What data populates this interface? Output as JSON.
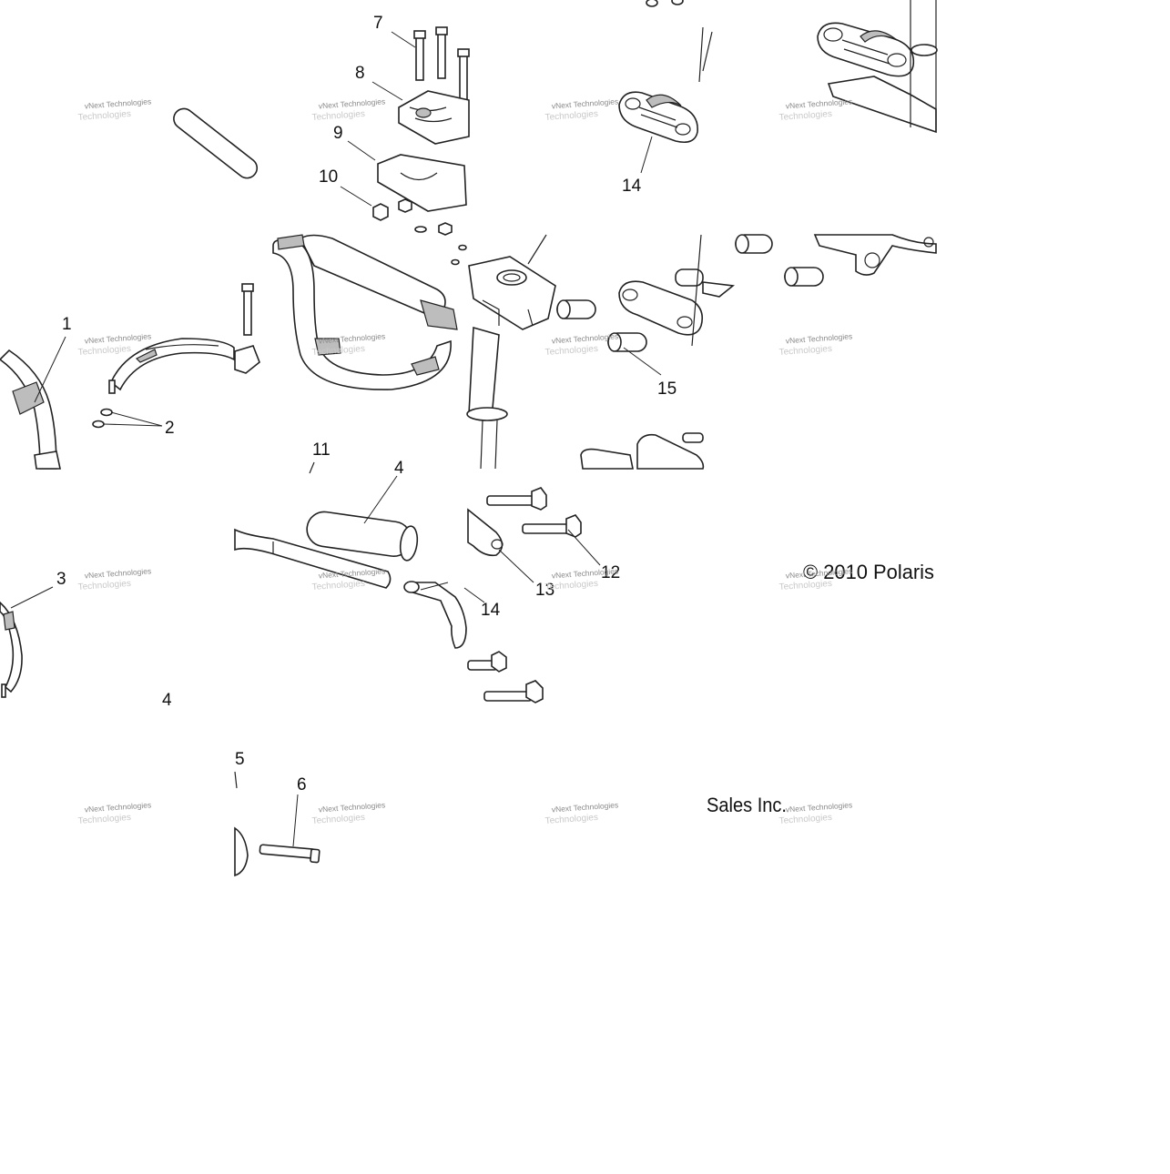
{
  "diagram": {
    "callouts": [
      "1",
      "2",
      "3",
      "4",
      "4",
      "5",
      "6",
      "7",
      "8",
      "9",
      "10",
      "11",
      "12",
      "13",
      "14",
      "14",
      "15"
    ],
    "credit_line_1": "© 2010 Polaris",
    "credit_line_2": "Sales Inc.",
    "watermark_line_1": "vNext Technologies",
    "watermark_line_2": "Technologies"
  }
}
